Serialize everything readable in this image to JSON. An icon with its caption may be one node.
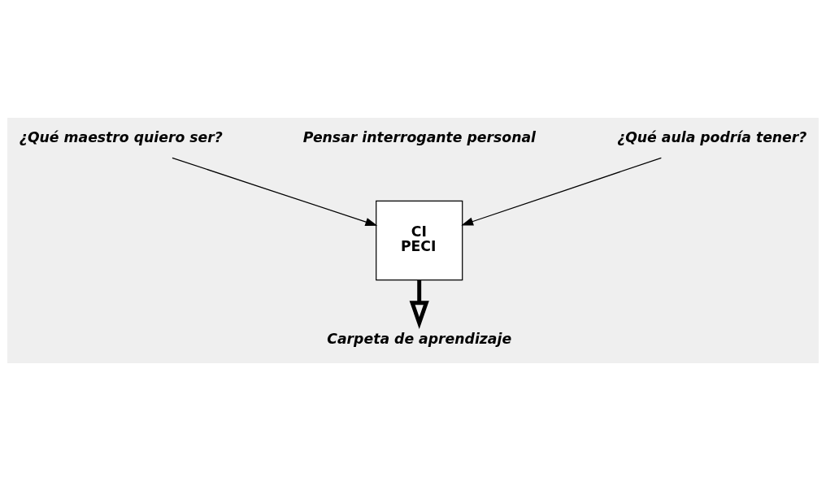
{
  "diagram": {
    "nodes": [
      {
        "text": [
          "¿Qué maestro quiero ser?"
        ]
      },
      {
        "text": [
          "CI",
          "PECI"
        ]
      },
      {
        "text": [
          "¿Qué aula podría tener?"
        ]
      },
      {
        "text": [
          "Carpeta de aprendizaje"
        ]
      }
    ],
    "edges": [
      {
        "from": 0,
        "to": 1,
        "arrow": "to"
      },
      {
        "from": 2,
        "to": 1,
        "arrow": "to"
      },
      {
        "from": 1,
        "to": 3,
        "arrow": "to",
        "style": "thick"
      }
    ],
    "labels": [
      "Pensar interrogante personal"
    ]
  }
}
